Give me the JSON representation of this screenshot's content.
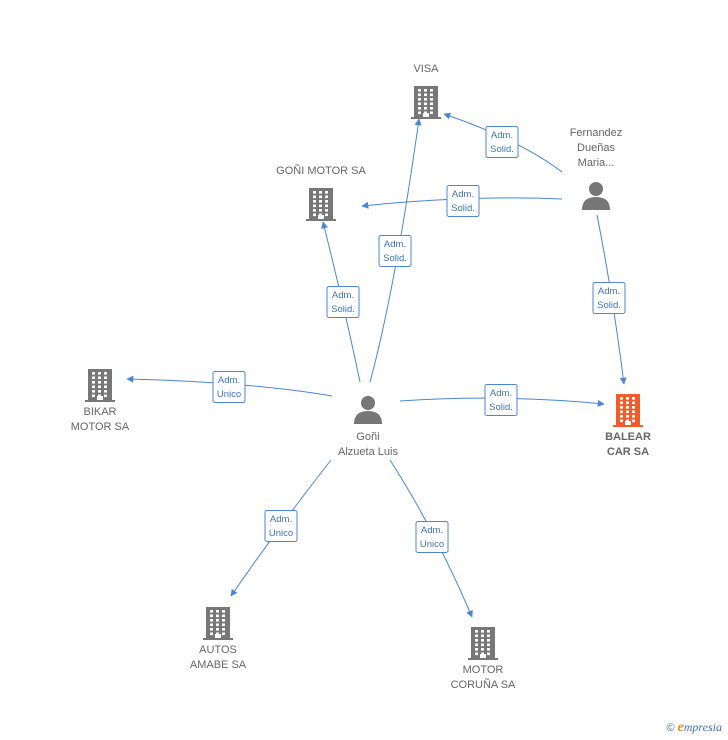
{
  "colors": {
    "edge": "#4a86d4",
    "company": "#777777",
    "company_highlight": "#f25c2a",
    "person": "#777777"
  },
  "nodes": {
    "visa": {
      "type": "company",
      "icon": "building-icon",
      "lines": [
        "VISA"
      ]
    },
    "gonimotor": {
      "type": "company",
      "icon": "building-icon",
      "lines": [
        "GOÑI MOTOR SA"
      ]
    },
    "fernandez": {
      "type": "person",
      "icon": "person-icon",
      "lines": [
        "Fernandez",
        "Dueñas",
        "Maria..."
      ]
    },
    "bikar": {
      "type": "company",
      "icon": "building-icon",
      "lines": [
        "BIKAR",
        "MOTOR SA"
      ]
    },
    "goni": {
      "type": "person",
      "icon": "person-icon",
      "lines": [
        "Goñi",
        "Alzueta Luis"
      ]
    },
    "balear": {
      "type": "company",
      "icon": "building-icon",
      "highlight": true,
      "lines": [
        "BALEAR",
        "CAR SA"
      ]
    },
    "autos": {
      "type": "company",
      "icon": "building-icon",
      "lines": [
        "AUTOS",
        "AMABE SA"
      ]
    },
    "motorcoruna": {
      "type": "company",
      "icon": "building-icon",
      "lines": [
        "MOTOR",
        "CORUÑA SA"
      ]
    }
  },
  "edges": [
    {
      "from": "fernandez",
      "to": "visa",
      "label": [
        "Adm.",
        "Solid."
      ]
    },
    {
      "from": "fernandez",
      "to": "gonimotor",
      "label": [
        "Adm.",
        "Solid."
      ]
    },
    {
      "from": "fernandez",
      "to": "balear",
      "label": [
        "Adm.",
        "Solid."
      ]
    },
    {
      "from": "goni",
      "to": "visa",
      "label": [
        "Adm.",
        "Solid."
      ]
    },
    {
      "from": "goni",
      "to": "gonimotor",
      "label": [
        "Adm.",
        "Solid."
      ]
    },
    {
      "from": "goni",
      "to": "bikar",
      "label": [
        "Adm.",
        "Unico"
      ]
    },
    {
      "from": "goni",
      "to": "balear",
      "label": [
        "Adm.",
        "Solid."
      ]
    },
    {
      "from": "goni",
      "to": "autos",
      "label": [
        "Adm.",
        "Unico"
      ]
    },
    {
      "from": "goni",
      "to": "motorcoruna",
      "label": [
        "Adm.",
        "Unico"
      ]
    }
  ],
  "footer": {
    "copyright": "©",
    "brand_e": "e",
    "brand_rest": "mpresia"
  }
}
